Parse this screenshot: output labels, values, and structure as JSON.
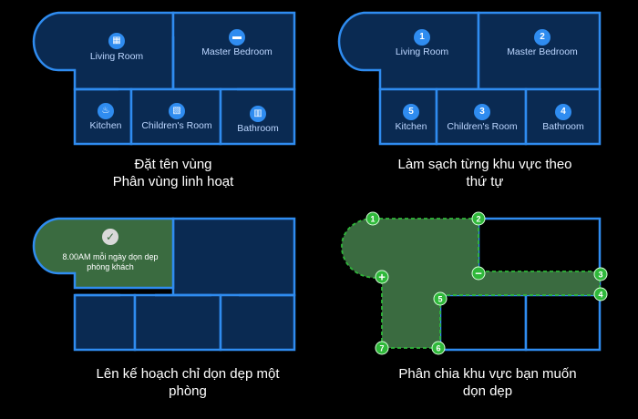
{
  "rooms": {
    "living_room": "Living Room",
    "master_bedroom": "Master Bedroom",
    "kitchen": "Kitchen",
    "childrens_room": "Children's Room",
    "bathroom": "Bathroom"
  },
  "order_numbers": [
    "1",
    "2",
    "5",
    "3",
    "4"
  ],
  "captions": {
    "name_zones_line1": "Đặt tên vùng",
    "name_zones_line2": "Phân vùng linh hoạt",
    "clean_order_line1": "Làm sạch từng khu vực theo",
    "clean_order_line2": "thứ tự",
    "schedule_line1": "Lên kế hoạch chỉ dọn dẹp một",
    "schedule_line2": "phòng",
    "partition_line1": "Phân chia khu vực bạn muốn",
    "partition_line2": "dọn dẹp"
  },
  "schedule": {
    "line1": "8.00AM mỗi ngày dọn dẹp",
    "line2": "phòng khách"
  },
  "partition_points": [
    "1",
    "2",
    "3",
    "4",
    "5",
    "6",
    "7"
  ],
  "partition_controls": {
    "plus": "+",
    "minus": "−"
  },
  "icons": {
    "living_room": "sofa-icon",
    "master_bedroom": "bed-icon",
    "kitchen": "pot-icon",
    "childrens_room": "crib-icon",
    "bathroom": "door-icon",
    "schedule": "checkmark-icon"
  },
  "colors": {
    "background": "#000000",
    "room_fill": "#0a2a52",
    "wall": "#2f8cf0",
    "label": "#bcd6ff",
    "highlight": "#3a6b40",
    "partition": "#2fb83a"
  }
}
